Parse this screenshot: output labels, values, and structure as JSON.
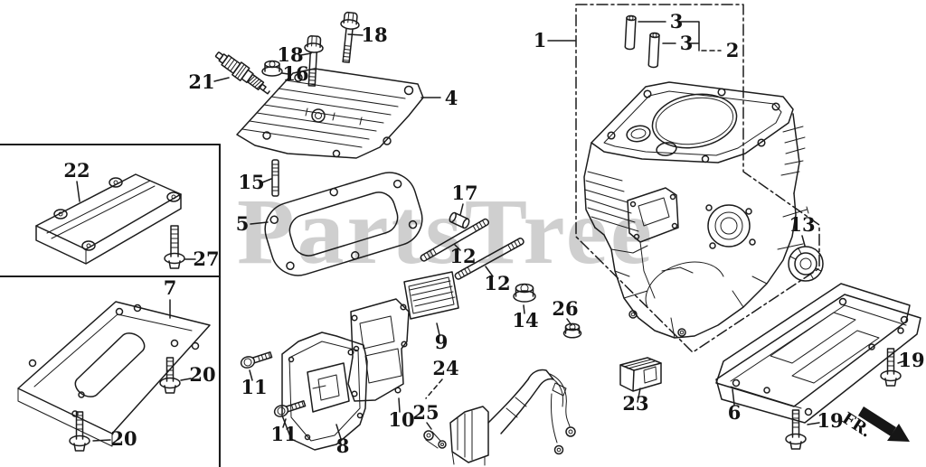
{
  "diagram": {
    "watermark": "PartsTree",
    "direction_label": "FR.",
    "colors": {
      "line": "#1c1c1c",
      "label": "#141414",
      "watermark": "#cfcfcf",
      "background": "#ffffff"
    },
    "callouts": {
      "c1": {
        "label": "1"
      },
      "c2": {
        "label": "2"
      },
      "c3a": {
        "label": "3"
      },
      "c3b": {
        "label": "3"
      },
      "c4": {
        "label": "4"
      },
      "c5": {
        "label": "5"
      },
      "c6": {
        "label": "6"
      },
      "c7": {
        "label": "7"
      },
      "c8": {
        "label": "8"
      },
      "c9": {
        "label": "9"
      },
      "c10": {
        "label": "10"
      },
      "c11a": {
        "label": "11"
      },
      "c11b": {
        "label": "11"
      },
      "c12a": {
        "label": "12"
      },
      "c12b": {
        "label": "12"
      },
      "c13": {
        "label": "13"
      },
      "c14": {
        "label": "14"
      },
      "c15": {
        "label": "15"
      },
      "c16": {
        "label": "16"
      },
      "c17": {
        "label": "17"
      },
      "c18a": {
        "label": "18"
      },
      "c18b": {
        "label": "18"
      },
      "c19a": {
        "label": "19"
      },
      "c19b": {
        "label": "19"
      },
      "c20a": {
        "label": "20"
      },
      "c20b": {
        "label": "20"
      },
      "c21": {
        "label": "21"
      },
      "c22": {
        "label": "22"
      },
      "c23": {
        "label": "23"
      },
      "c24": {
        "label": "24"
      },
      "c25": {
        "label": "25"
      },
      "c26": {
        "label": "26"
      },
      "c27": {
        "label": "27"
      }
    }
  }
}
